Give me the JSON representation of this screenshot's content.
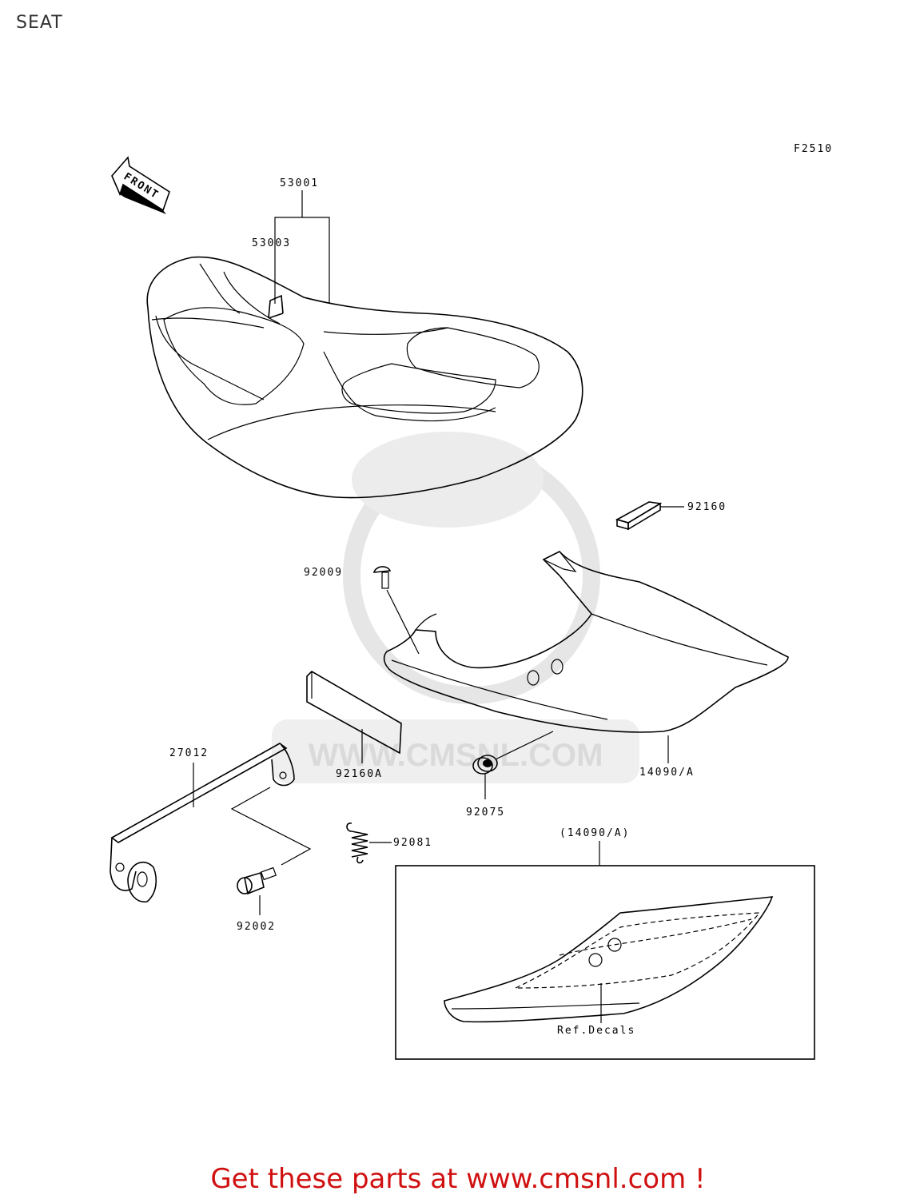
{
  "page": {
    "title": "SEAT"
  },
  "diagram": {
    "figure_code": "F2510",
    "front_arrow": "FRONT",
    "watermark": "WWW.CMSNL.COM",
    "inset_label": "(14090/A)",
    "ref_decals": "Ref.Decals",
    "parts": {
      "p53001": "53001",
      "p53003": "53003",
      "p92160": "92160",
      "p92009": "92009",
      "p92160A": "92160A",
      "p27012": "27012",
      "p92075": "92075",
      "p14090A": "14090/A",
      "p92081": "92081",
      "p92002": "92002"
    }
  },
  "footer": {
    "text": "Get these parts at www.cmsnl.com !"
  },
  "colors": {
    "footer": "#d01010",
    "watermark": "#e4e4e4"
  }
}
